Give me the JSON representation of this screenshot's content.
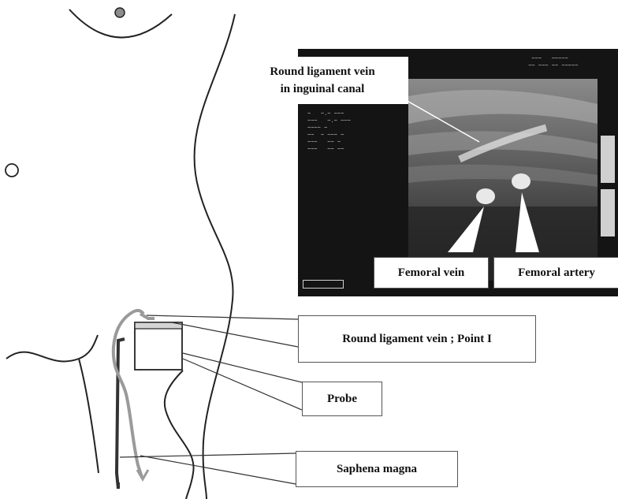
{
  "labels": {
    "round_ligament_inguinal_line1": "Round ligament vein",
    "round_ligament_inguinal_line2": "in inguinal canal",
    "femoral_vein": "Femoral vein",
    "femoral_artery": "Femoral artery",
    "round_ligament_point": "Round ligament vein ; Point I",
    "probe": "Probe",
    "saphena_magna": "Saphena magna"
  },
  "colors": {
    "outline": "#222222",
    "saphena_gray": "#9a9a9a",
    "umbilicus_fill": "#8c8c8c",
    "ultrasound_bg": "#141414"
  }
}
